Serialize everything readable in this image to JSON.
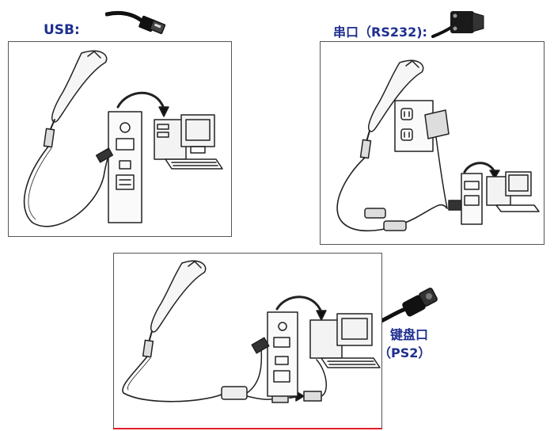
{
  "labels": {
    "usb": "USB:",
    "serial": "串口（RS232):",
    "keyboard_line1": "键盘口",
    "keyboard_line2": "（PS2）"
  },
  "colors": {
    "label_text": "#1f2f8f",
    "accent_line": "#e0202a",
    "drawing": "#222222"
  },
  "icons": {
    "usb_connector": "usb-connector-icon",
    "serial_connector": "db9-serial-connector-icon",
    "ps2_connector": "ps2-connector-icon"
  }
}
